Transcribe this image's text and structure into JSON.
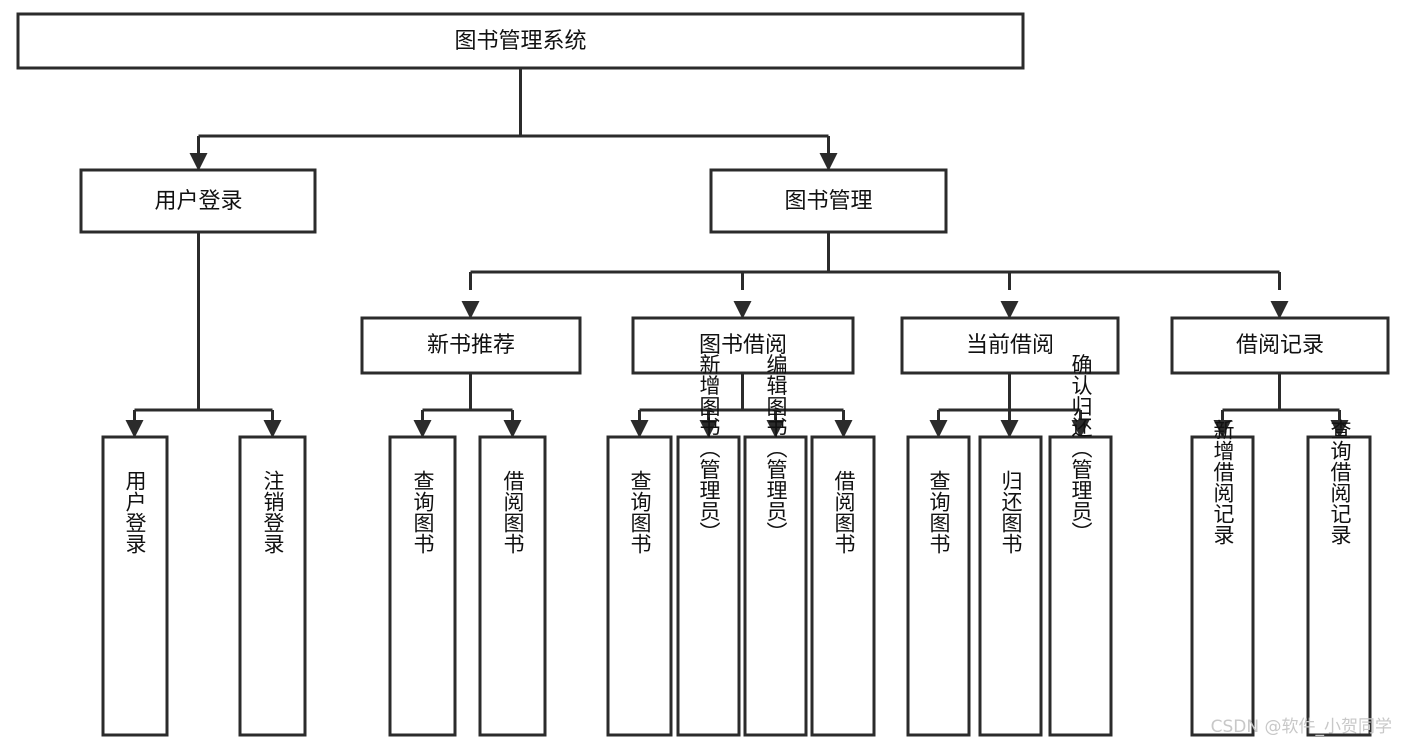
{
  "diagram": {
    "title": "图书管理系统",
    "watermark": "CSDN @软件_小贺同学",
    "type": "tree",
    "orientation": "top-down",
    "colors": {
      "background": "#ffffff",
      "node_fill": "#ffffff",
      "node_stroke": "#2b2b2b",
      "text": "#111111",
      "watermark": "#c8c8c8"
    },
    "levels": [
      {
        "level": 0,
        "nodes": [
          {
            "id": "root",
            "label": "图书管理系统",
            "orientation": "horizontal"
          }
        ]
      },
      {
        "level": 1,
        "nodes": [
          {
            "id": "l1-0",
            "label": "用户登录",
            "orientation": "horizontal",
            "parent": "root"
          },
          {
            "id": "l1-1",
            "label": "图书管理",
            "orientation": "horizontal",
            "parent": "root"
          }
        ]
      },
      {
        "level": 2,
        "nodes": [
          {
            "id": "l2-0",
            "label": "新书推荐",
            "orientation": "horizontal",
            "parent": "l1-1"
          },
          {
            "id": "l2-1",
            "label": "图书借阅",
            "orientation": "horizontal",
            "parent": "l1-1"
          },
          {
            "id": "l2-2",
            "label": "当前借阅",
            "orientation": "horizontal",
            "parent": "l1-1"
          },
          {
            "id": "l2-3",
            "label": "借阅记录",
            "orientation": "horizontal",
            "parent": "l1-1"
          }
        ]
      },
      {
        "level": 3,
        "nodes": [
          {
            "id": "leaf-0",
            "label": "用户登录",
            "orientation": "vertical",
            "parent": "l1-0"
          },
          {
            "id": "leaf-1",
            "label": "注销登录",
            "orientation": "vertical",
            "parent": "l1-0"
          },
          {
            "id": "leaf-2",
            "label": "查询图书",
            "orientation": "vertical",
            "parent": "l2-0"
          },
          {
            "id": "leaf-3",
            "label": "借阅图书",
            "orientation": "vertical",
            "parent": "l2-0"
          },
          {
            "id": "leaf-4",
            "label": "查询图书",
            "orientation": "vertical",
            "parent": "l2-1"
          },
          {
            "id": "leaf-5",
            "label": "新增图书（管理员）",
            "orientation": "vertical",
            "parent": "l2-1"
          },
          {
            "id": "leaf-6",
            "label": "编辑图书（管理员）",
            "orientation": "vertical",
            "parent": "l2-1"
          },
          {
            "id": "leaf-7",
            "label": "借阅图书",
            "orientation": "vertical",
            "parent": "l2-1"
          },
          {
            "id": "leaf-8",
            "label": "查询图书",
            "orientation": "vertical",
            "parent": "l2-2"
          },
          {
            "id": "leaf-9",
            "label": "归还图书",
            "orientation": "vertical",
            "parent": "l2-2"
          },
          {
            "id": "leaf-10",
            "label": "确认归还（管理员）",
            "orientation": "vertical",
            "parent": "l2-2"
          },
          {
            "id": "leaf-11",
            "label": "新增借阅记录",
            "orientation": "vertical",
            "parent": "l2-3"
          },
          {
            "id": "leaf-12",
            "label": "查询借阅记录",
            "orientation": "vertical",
            "parent": "l2-3"
          }
        ]
      }
    ]
  }
}
